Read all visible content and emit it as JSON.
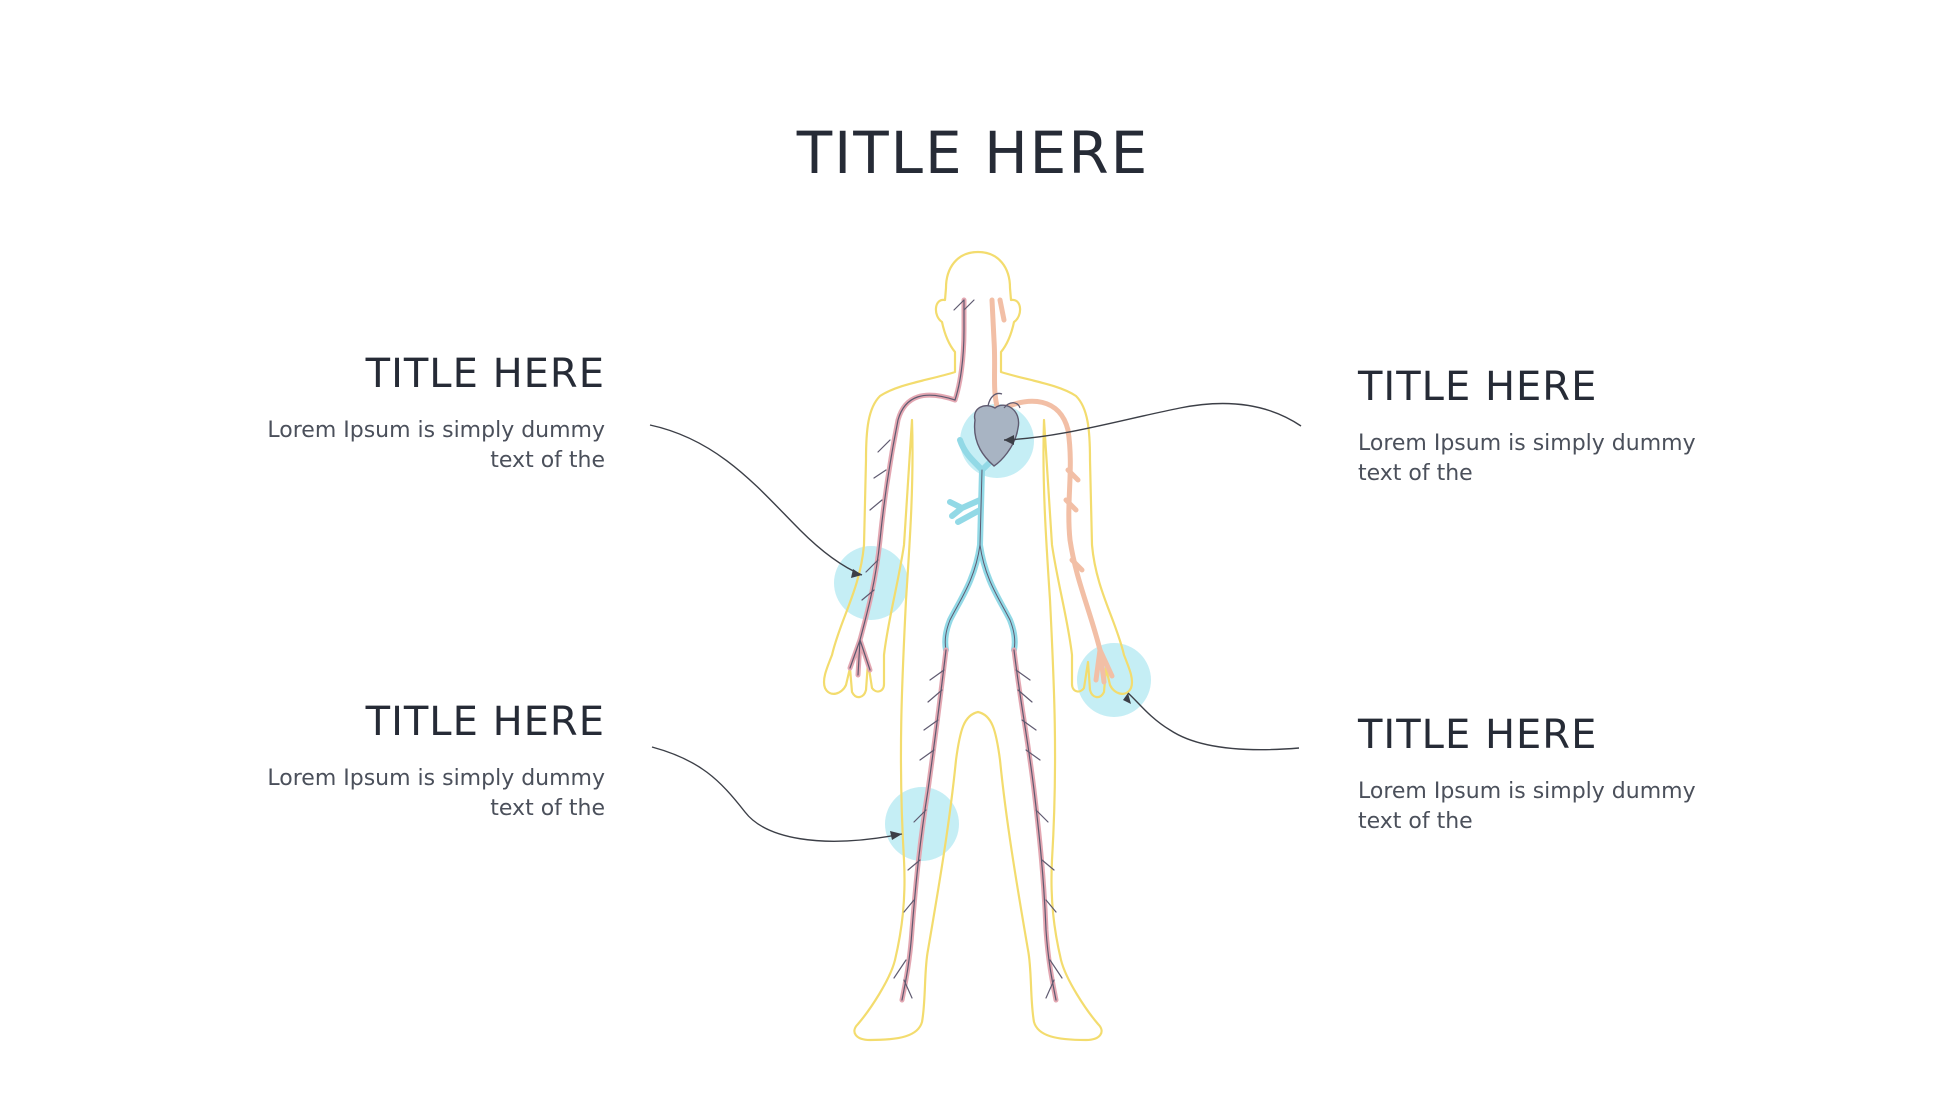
{
  "slide": {
    "title": "TITLE HERE"
  },
  "callouts": {
    "top_left": {
      "title": "TITLE HERE",
      "line1": "Lorem Ipsum is simply dummy",
      "line2": "text of the"
    },
    "bottom_left": {
      "title": "TITLE HERE",
      "line1": "Lorem Ipsum is simply dummy",
      "line2": "text of the"
    },
    "top_right": {
      "title": "TITLE HERE",
      "line1": "Lorem Ipsum is simply dummy",
      "line2": "text of the"
    },
    "bottom_right": {
      "title": "TITLE HERE",
      "line1": "Lorem Ipsum is simply dummy",
      "line2": "text of the"
    }
  },
  "colors": {
    "text": "#262b36",
    "body_outline": "#f3dc6e",
    "artery": "#f2bfa6",
    "vein": "#e3a7b2",
    "vessel_core": "#5f5a70",
    "aorta_blue": "#92d9e6",
    "highlight": "#c5eef5",
    "heart": "#a8b4c3",
    "connector": "#3c3f47"
  },
  "icons": {
    "figure": "human-body-circulatory-icon"
  }
}
